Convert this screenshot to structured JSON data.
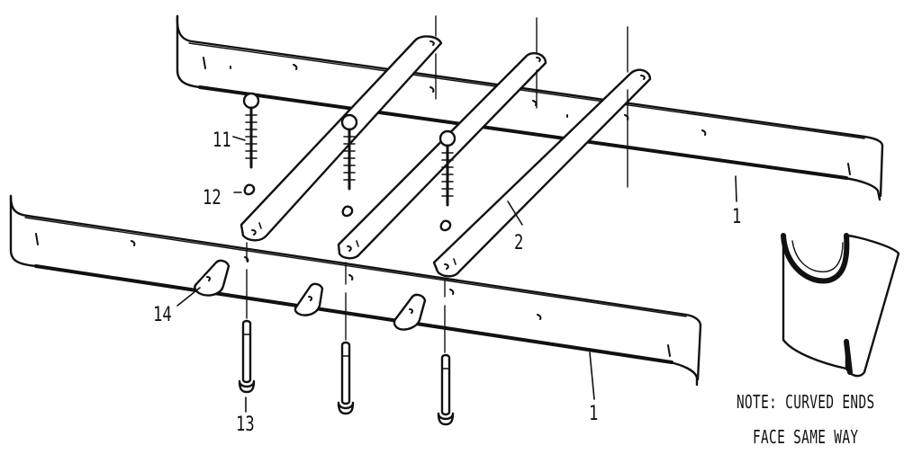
{
  "callouts": {
    "part_11": "11",
    "part_12": "12",
    "part_14": "14",
    "part_13": "13",
    "part_2": "2",
    "part_1_rear": "1",
    "part_1_front": "1"
  },
  "note": {
    "line1": "NOTE: CURVED ENDS",
    "line2": "FACE SAME WAY"
  },
  "colors": {
    "ink": "#111111",
    "paper": "#ffffff"
  }
}
